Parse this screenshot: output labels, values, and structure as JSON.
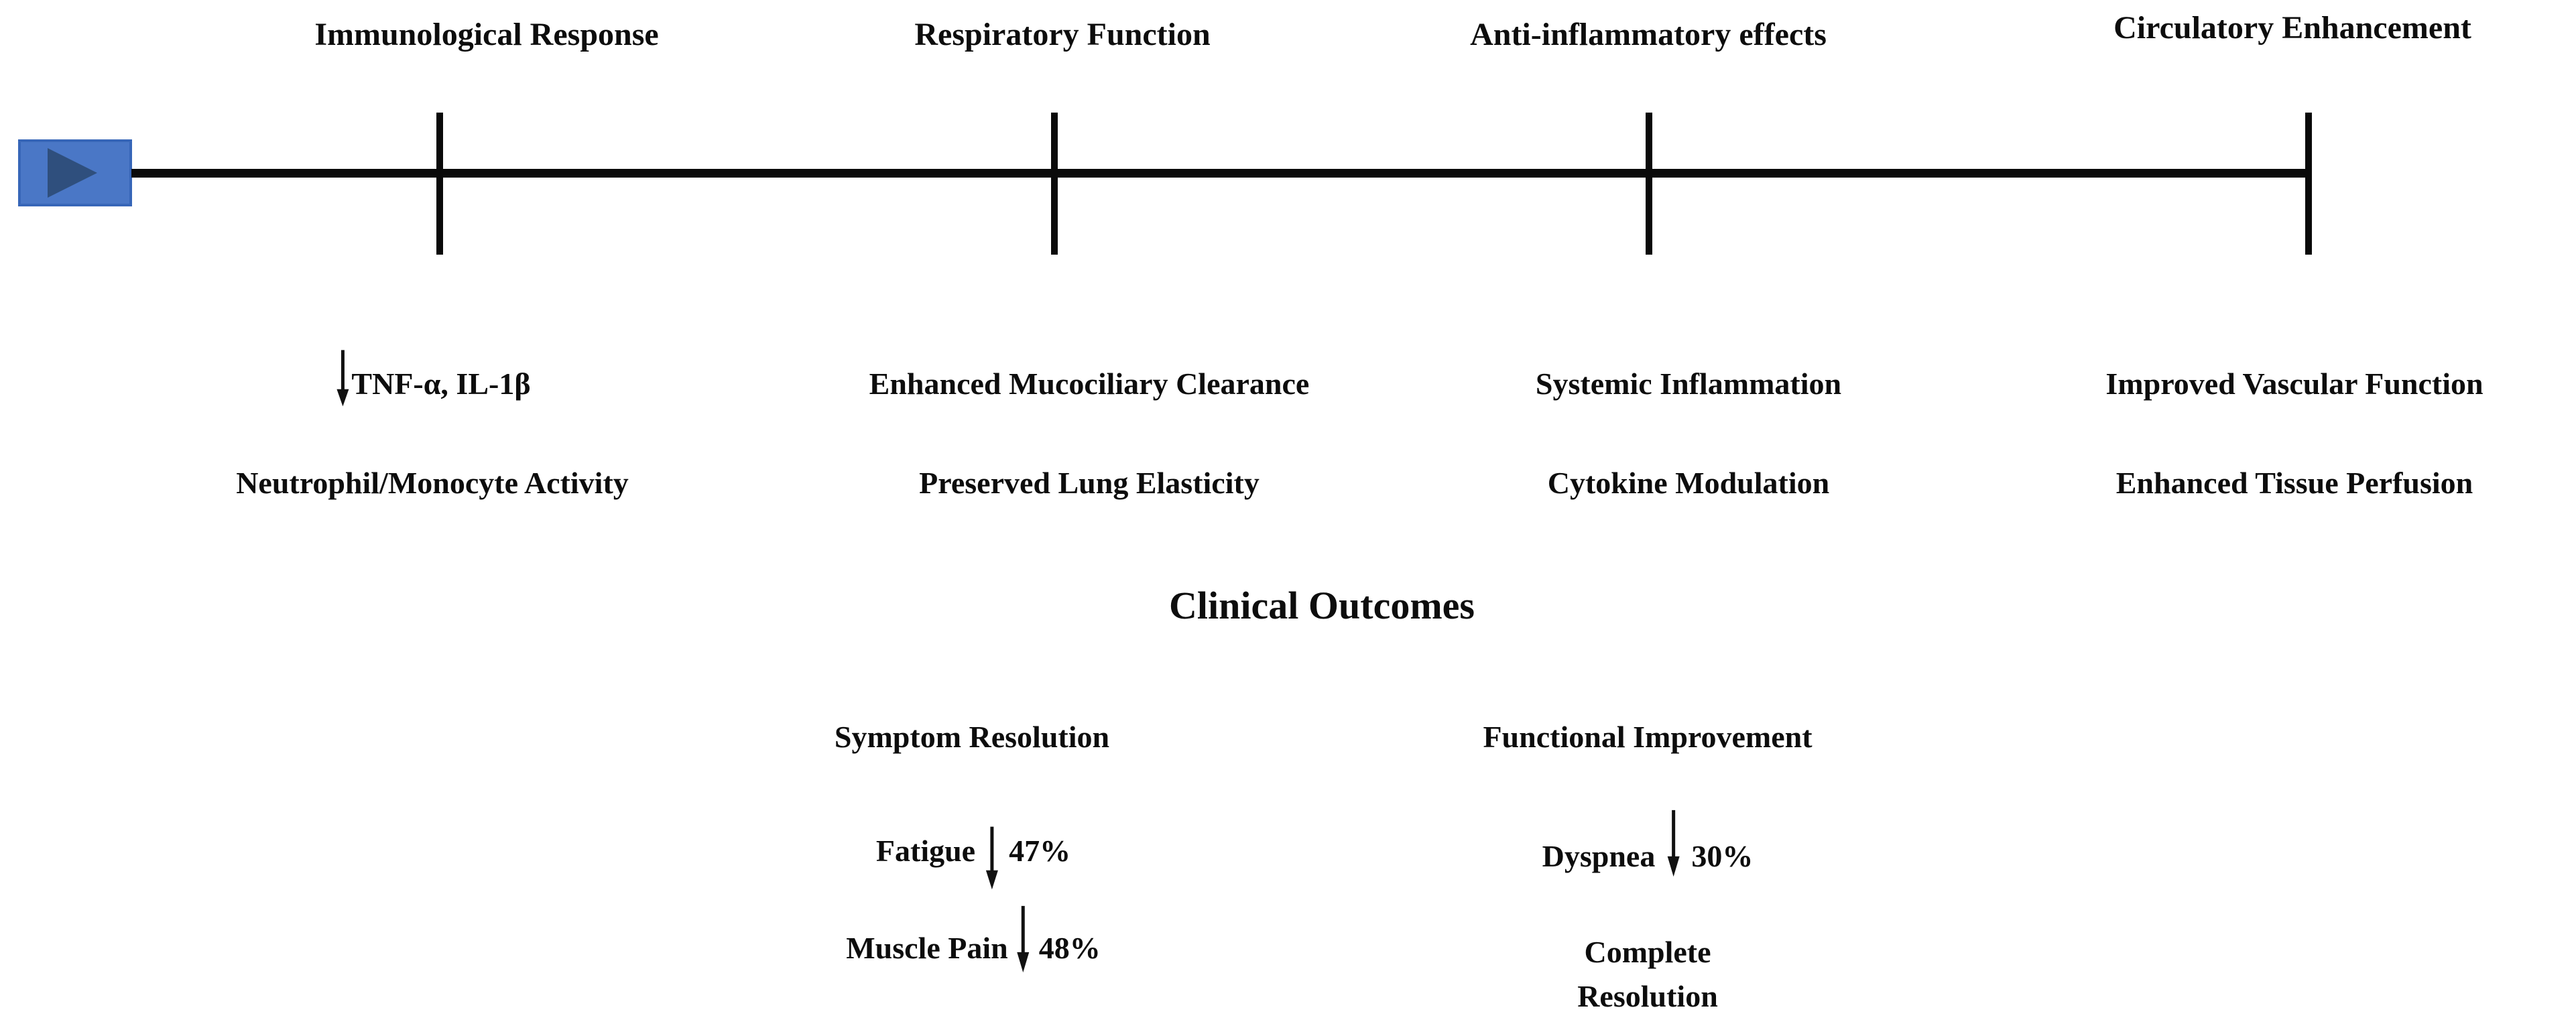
{
  "colors": {
    "ink": "#0d0d0d",
    "play_fill": "#4a77c6",
    "play_border": "#3766b8",
    "play_triangle": "#2f4f7d"
  },
  "timeline": {
    "milestones": [
      {
        "label": "Immunological Response"
      },
      {
        "label": "Respiratory Function"
      },
      {
        "label": "Anti-inflammatory effects"
      },
      {
        "label": "Circulatory Enhancement"
      }
    ],
    "details": {
      "immunological": {
        "line1": "TNF-α, IL-1β",
        "line1_arrow": "down",
        "line2": "Neutrophil/Monocyte Activity"
      },
      "respiratory": {
        "line1": "Enhanced Mucociliary Clearance",
        "line2": "Preserved Lung Elasticity"
      },
      "antiinflammatory": {
        "line1": "Systemic Inflammation",
        "line2": "Cytokine Modulation"
      },
      "circulatory": {
        "line1": "Improved Vascular Function",
        "line2": "Enhanced Tissue Perfusion"
      }
    }
  },
  "clinical_outcomes": {
    "title": "Clinical Outcomes",
    "symptom_resolution": {
      "heading": "Symptom Resolution",
      "fatigue_label": "Fatigue",
      "fatigue_value": "47%",
      "muscle_label": "Muscle Pain",
      "muscle_value": "48%"
    },
    "functional_improvement": {
      "heading": "Functional Improvement",
      "dyspnea_label": "Dyspnea",
      "dyspnea_value": "30%",
      "complete_line1": "Complete",
      "complete_line2": "Resolution"
    }
  }
}
